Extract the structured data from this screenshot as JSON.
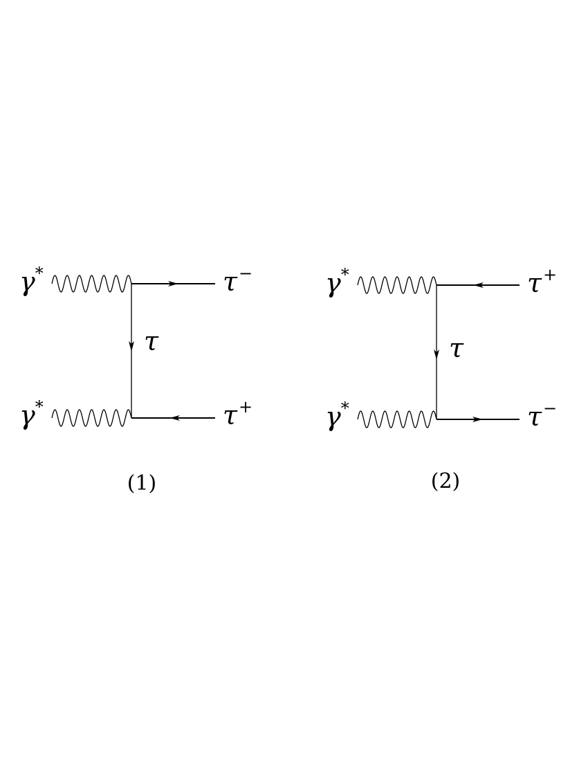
{
  "colors": {
    "ink": "#000000",
    "background": "#ffffff"
  },
  "diagrams": [
    {
      "caption": "(1)",
      "photon_top": {
        "symbol": "γ",
        "superscript": "*"
      },
      "photon_bottom": {
        "symbol": "γ",
        "superscript": "*"
      },
      "internal": {
        "symbol": "τ"
      },
      "out_top": {
        "symbol": "τ",
        "superscript": "−"
      },
      "out_bottom": {
        "symbol": "τ",
        "superscript": "+"
      }
    },
    {
      "caption": "(2)",
      "photon_top": {
        "symbol": "γ",
        "superscript": "*"
      },
      "photon_bottom": {
        "symbol": "γ",
        "superscript": "*"
      },
      "internal": {
        "symbol": "τ"
      },
      "out_top": {
        "symbol": "τ",
        "superscript": "+"
      },
      "out_bottom": {
        "symbol": "τ",
        "superscript": "−"
      }
    }
  ]
}
